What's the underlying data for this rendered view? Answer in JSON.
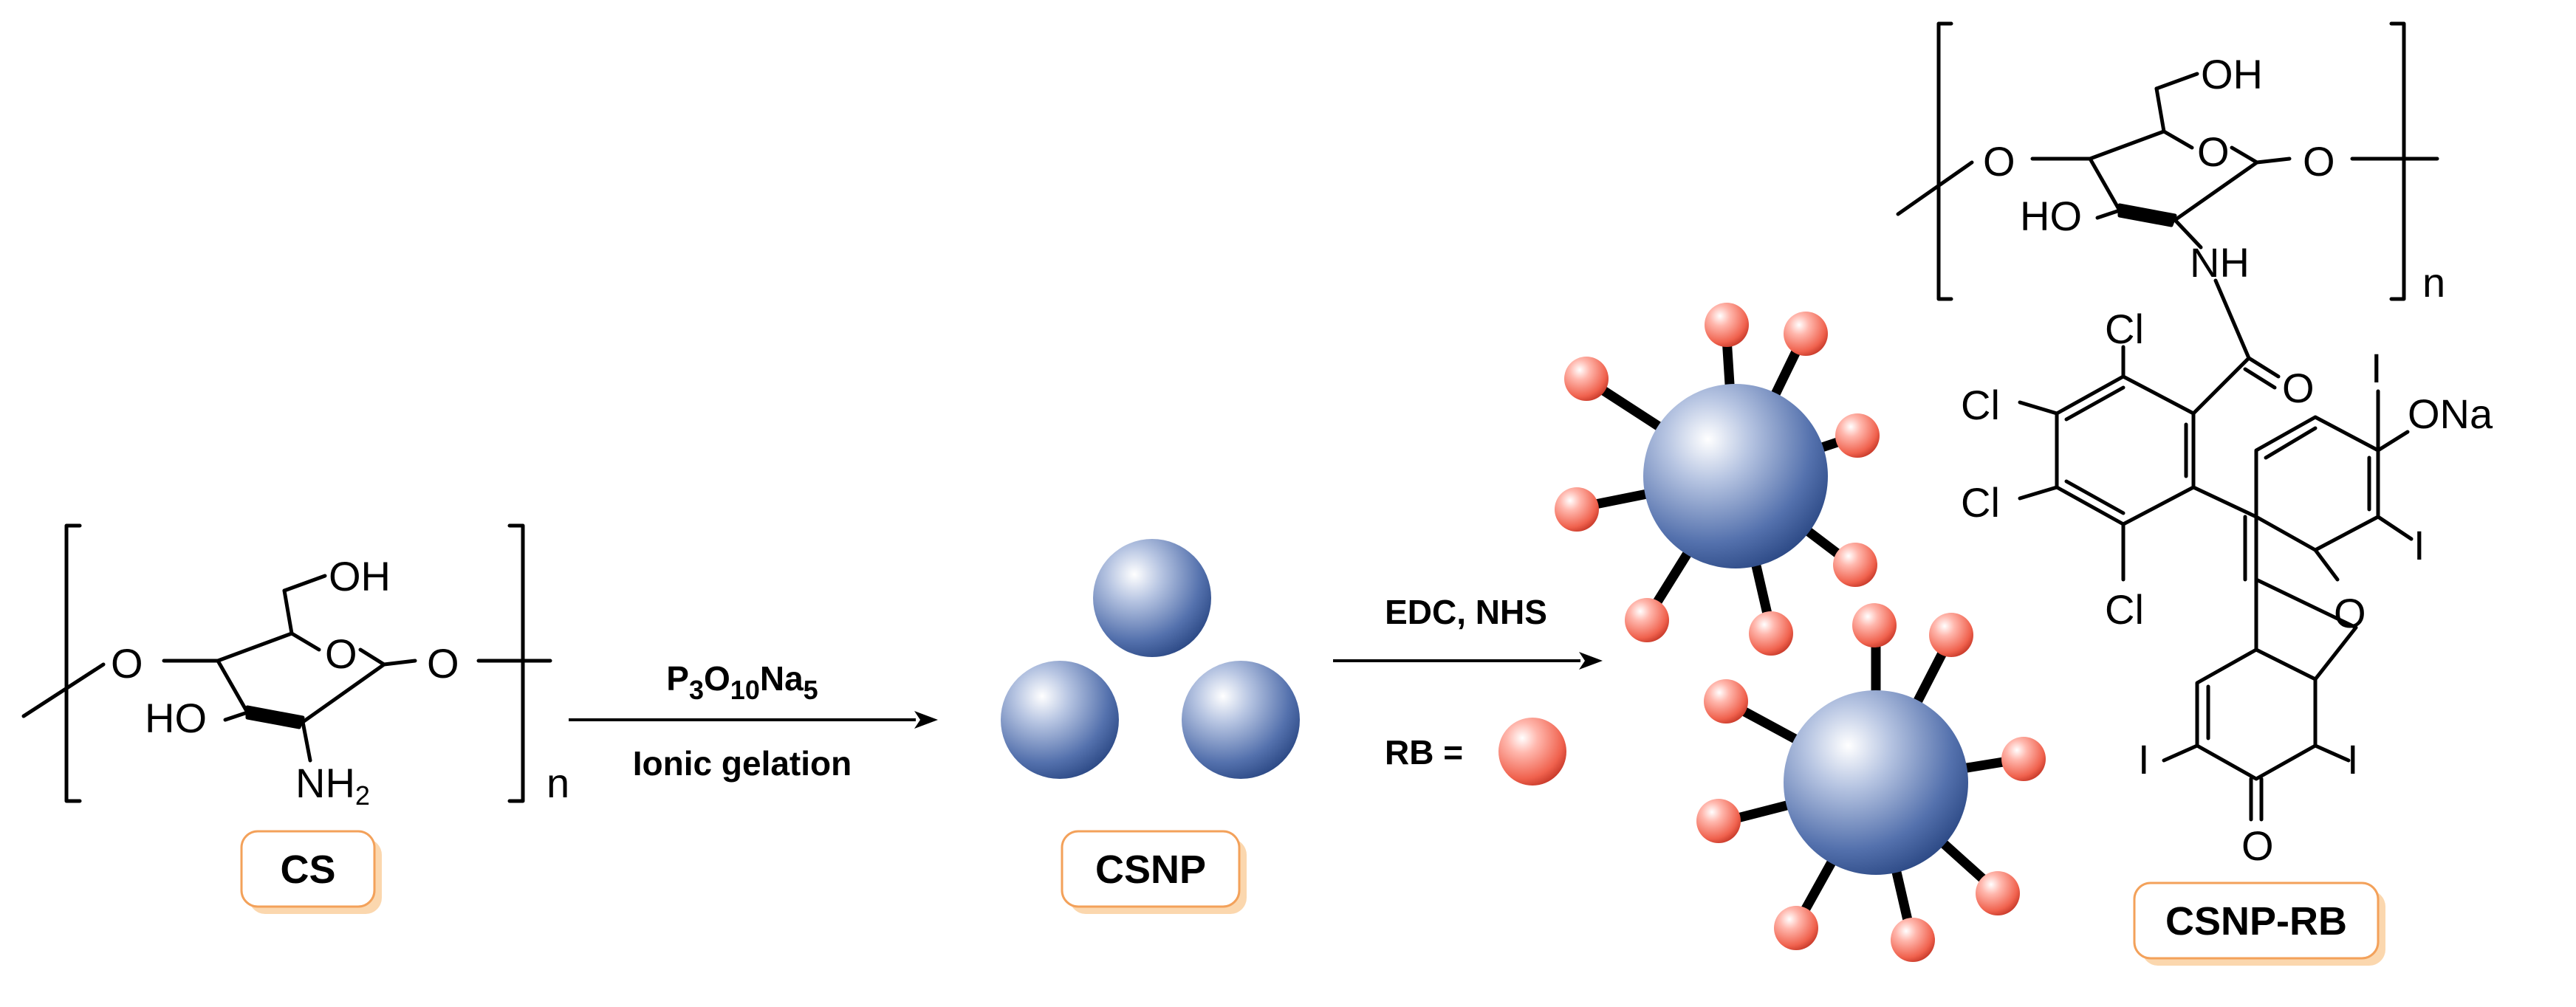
{
  "labels": {
    "cs": "CS",
    "csnp": "CSNP",
    "csnp_rb": "CSNP-RB"
  },
  "step1": {
    "reagent_parts": [
      "P",
      "3",
      "O",
      "10",
      "Na",
      "5"
    ],
    "condition": "Ionic gelation"
  },
  "step2": {
    "reagent": "EDC, NHS",
    "legend_text": "RB ="
  },
  "cs_structure": {
    "oh": "OH",
    "ho": "HO",
    "o_ring": "O",
    "o_left": "O",
    "o_right": "O",
    "nh2_main": "NH",
    "nh2_sub": "2",
    "repeat": "n"
  },
  "rb_structure": {
    "oh": "OH",
    "ho": "HO",
    "o_ring": "O",
    "o_left": "O",
    "o_right": "O",
    "nh": "NH",
    "repeat": "n",
    "amide_o": "O",
    "cl_1": "Cl",
    "cl_2": "Cl",
    "cl_3": "Cl",
    "cl_4": "Cl",
    "i_1": "I",
    "i_2": "I",
    "i_3": "I",
    "i_4": "I",
    "ona": "ONa",
    "xanthene_o": "O",
    "ketone_o": "O"
  },
  "colors": {
    "nanoparticle": "#4a6aa8",
    "rose_bengal": "#f06a5a",
    "label_box_border": "#f3a15a",
    "label_box_shadow": "#fbd7ae",
    "bond": "#000000"
  }
}
